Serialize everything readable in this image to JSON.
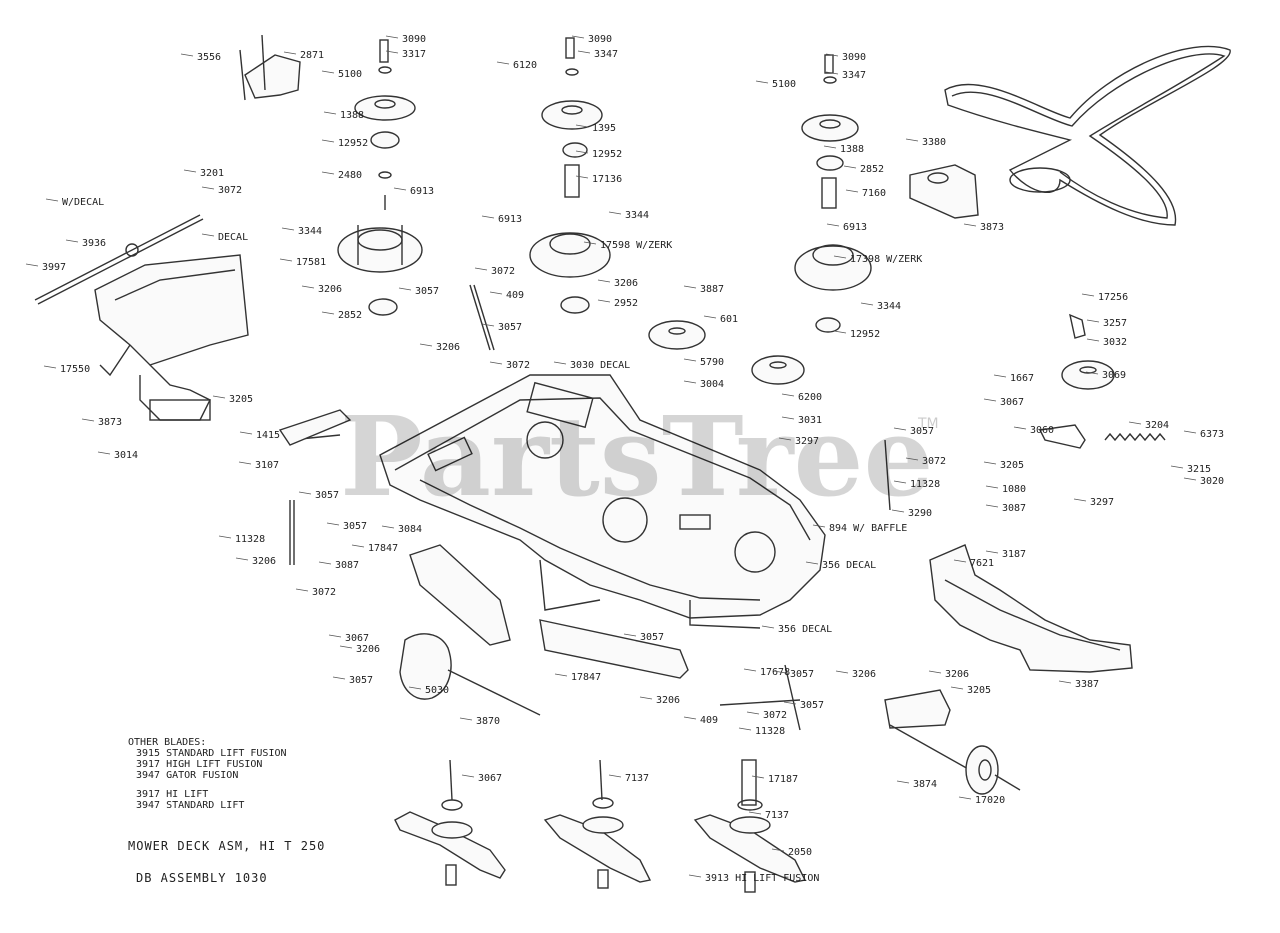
{
  "watermark": {
    "brand": "PartsTree",
    "mark": "TM"
  },
  "notes": {
    "lines": [
      "OTHER BLADES:",
      "3915 STANDARD LIFT FUSION",
      "3917 HIGH LIFT FUSION",
      "3947 GATOR FUSION",
      "3917 HI LIFT",
      "3947 STANDARD LIFT"
    ]
  },
  "titles": {
    "main": "MOWER DECK ASM, HI T 250",
    "sub": "DB ASSEMBLY 1030"
  },
  "callouts": [
    "3556",
    "2871",
    "3090",
    "3317",
    "5100",
    "1388",
    "12952",
    "2480",
    "6120",
    "3090",
    "3347",
    "1395",
    "12952",
    "17136",
    "3090",
    "3347",
    "5100",
    "1388",
    "2852",
    "7160",
    "3380",
    "3873",
    "3201",
    "3072",
    "DECAL",
    "W/DECAL",
    "3936",
    "3997",
    "6913",
    "3344",
    "17581",
    "3206",
    "2852",
    "6913",
    "3344",
    "17598 W/ZERK",
    "3206",
    "2952",
    "6913",
    "17398 W/ZERK",
    "3344",
    "12952",
    "3072",
    "3057",
    "409",
    "3057",
    "3206",
    "3072",
    "3887",
    "601",
    "5790",
    "3004",
    "3030 DECAL",
    "6200",
    "3031",
    "3297",
    "3057",
    "3072",
    "11328",
    "3290",
    "17550",
    "3873",
    "3205",
    "3014",
    "1415",
    "3107",
    "3057",
    "3057",
    "11328",
    "3206",
    "3072",
    "17847",
    "3087",
    "3084",
    "894 W/ BAFFLE",
    "356 DECAL",
    "356 DECAL",
    "17847",
    "3057",
    "3206",
    "3067",
    "3206",
    "3057",
    "5030",
    "3870",
    "17678",
    "3057",
    "409",
    "3072",
    "3057",
    "11328",
    "3206",
    "3206",
    "3205",
    "3874",
    "17020",
    "7621",
    "3187",
    "3387",
    "17256",
    "3257",
    "3032",
    "3069",
    "1667",
    "3067",
    "3060",
    "3204",
    "6373",
    "3215",
    "3020",
    "3205",
    "1080",
    "3087",
    "3297",
    "3067",
    "7137",
    "17187",
    "7137",
    "2050",
    "3913 HI LIFT FUSION",
    "3556"
  ]
}
